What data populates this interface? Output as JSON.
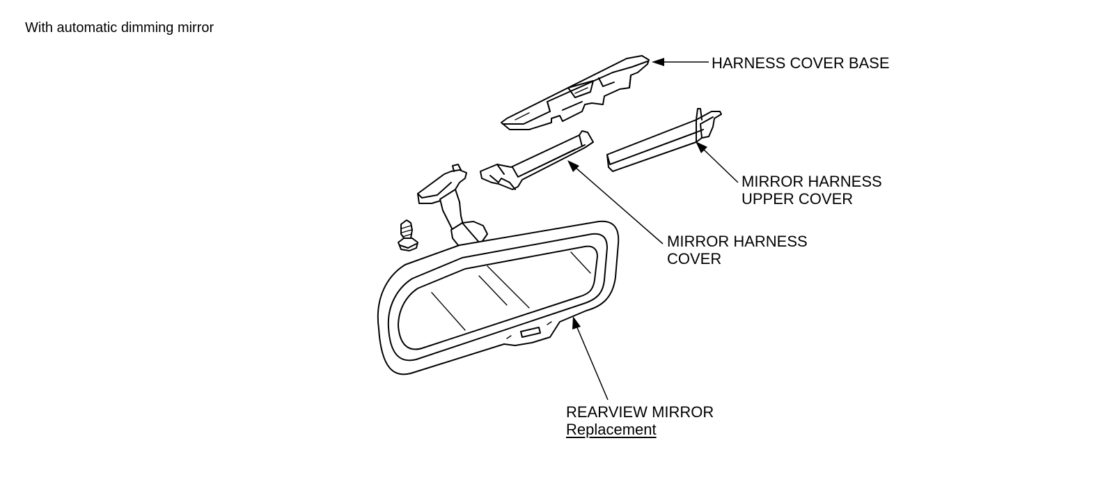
{
  "page": {
    "title": "With automatic dimming mirror"
  },
  "callouts": {
    "harness_cover_base": "HARNESS COVER BASE",
    "upper_cover_line1": "MIRROR HARNESS",
    "upper_cover_line2": "UPPER COVER",
    "harness_cover_line1": "MIRROR HARNESS",
    "harness_cover_line2": "COVER",
    "rearview_mirror_line1": "REARVIEW MIRROR",
    "rearview_mirror_line2": "Replacement"
  },
  "colors": {
    "ink": "#000000",
    "background": "#ffffff"
  }
}
